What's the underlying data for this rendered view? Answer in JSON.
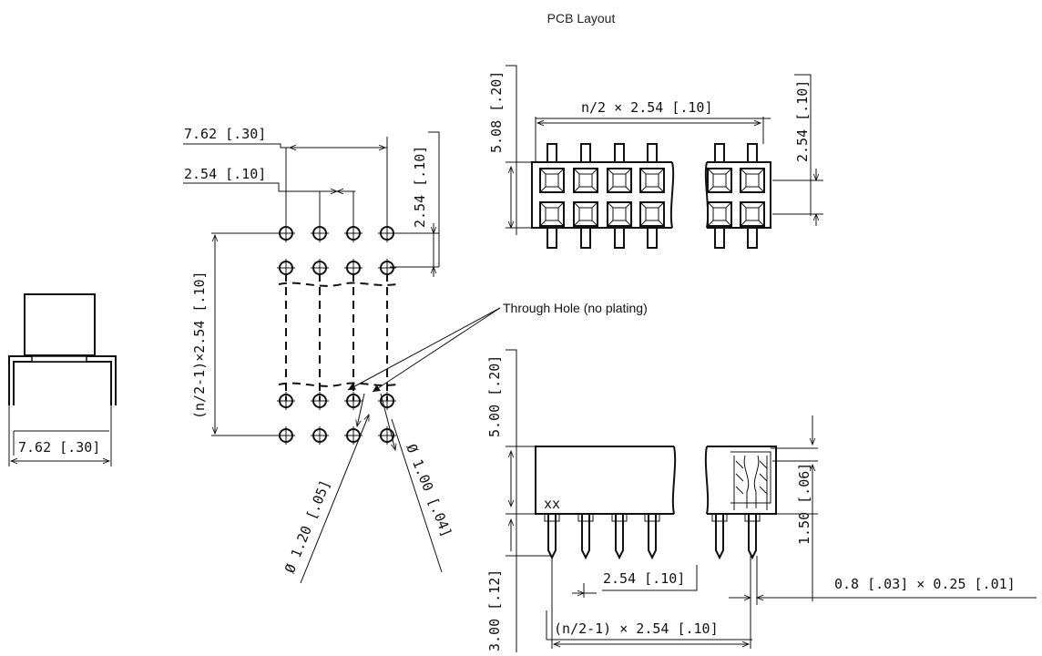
{
  "title": "PCB Layout",
  "callout": "Through Hole (no plating)",
  "side_view": {
    "width": "7.62 [.30]"
  },
  "pcb_layout": {
    "row_pitch_total": "7.62 [.30]",
    "pitch": "2.54 [.10]",
    "row_spacing": "2.54 [.10]",
    "length": "(n/2-1)×2.54 [.10]",
    "hole_1": "Ø 1.20 [.05]",
    "hole_2": "Ø 1.00 [.04]"
  },
  "top_view": {
    "length": "n/2 × 2.54 [.10]",
    "height": "5.08 [.20]",
    "pitch": "2.54 [.10]"
  },
  "front_view": {
    "height": "5.00 [.20]",
    "pin_length": "3.00 [.12]",
    "pitch": "2.54 [.10]",
    "length": "(n/2-1) × 2.54 [.10]",
    "contact": "1.50 [.06]",
    "pin_size": "0.8 [.03] × 0.25 [.01]"
  }
}
